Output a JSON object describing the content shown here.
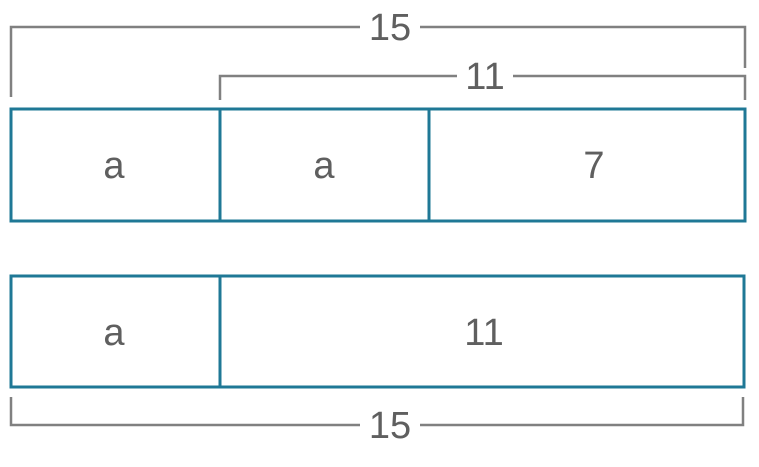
{
  "bar_model": {
    "top_bar": {
      "segments": [
        {
          "label": "a",
          "units": 2
        },
        {
          "label": "a",
          "units": 2
        },
        {
          "label": "7",
          "units": 3
        }
      ]
    },
    "bottom_bar": {
      "segments": [
        {
          "label": "a",
          "units": 2
        },
        {
          "label": "11",
          "units": 5
        }
      ]
    },
    "brackets": {
      "top_total": "15",
      "top_partial": "11",
      "bottom_total": "15"
    },
    "colors": {
      "bar_stroke": "#1f7896",
      "text": "#5f5f5f",
      "bracket": "#808080"
    }
  }
}
